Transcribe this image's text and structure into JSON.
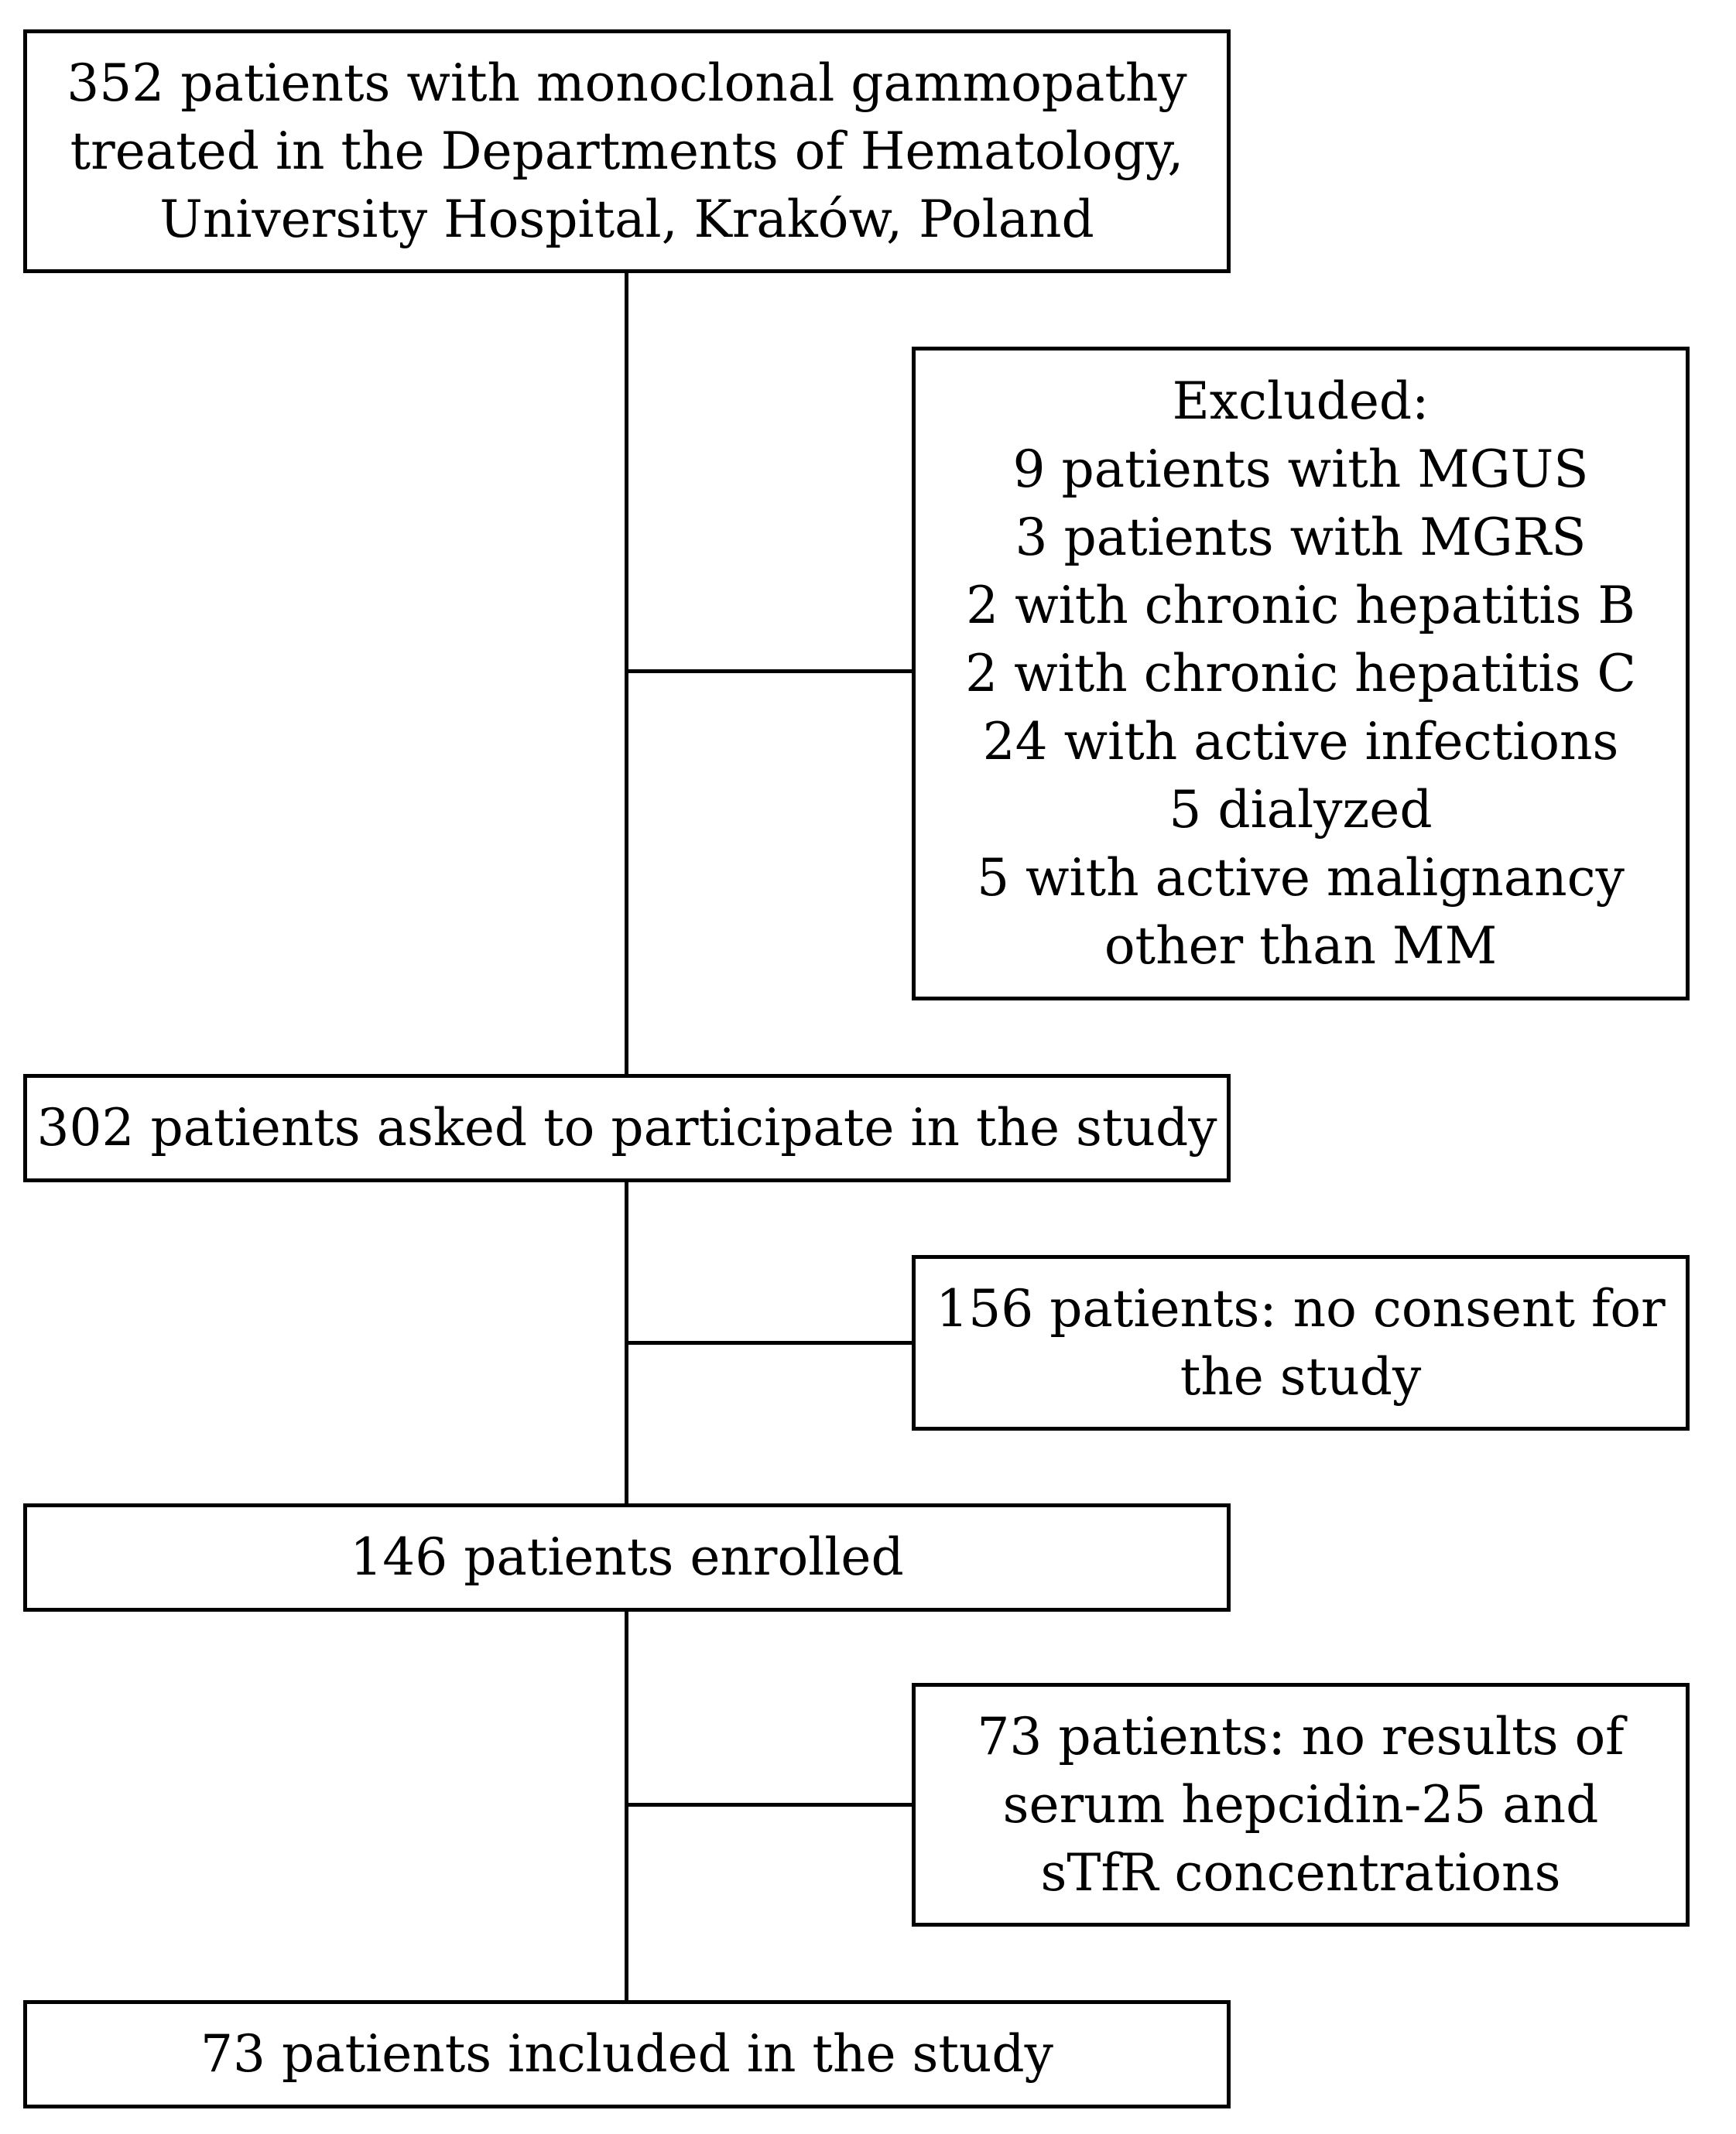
{
  "flowchart": {
    "initial": {
      "lines": [
        "352 patients with monoclonal gammopathy",
        "treated in the Departments of Hematology,",
        "University Hospital, Kraków, Poland"
      ]
    },
    "excluded_first": {
      "lines": [
        "Excluded:",
        "9 patients with MGUS",
        "3 patients with MGRS",
        "2 with chronic hepatitis B",
        "2 with chronic hepatitis C",
        "24 with active infections",
        "5 dialyzed",
        "5 with active malignancy",
        "other than MM"
      ]
    },
    "asked": {
      "lines": [
        "302 patients asked to participate in the study"
      ]
    },
    "no_consent": {
      "lines": [
        "156 patients: no consent for",
        "the study"
      ]
    },
    "enrolled": {
      "lines": [
        "146 patients enrolled"
      ]
    },
    "no_results": {
      "lines": [
        "73 patients: no results of",
        "serum hepcidin-25 and",
        "sTfR concentrations"
      ]
    },
    "included": {
      "lines": [
        "73 patients included in the study"
      ]
    }
  }
}
